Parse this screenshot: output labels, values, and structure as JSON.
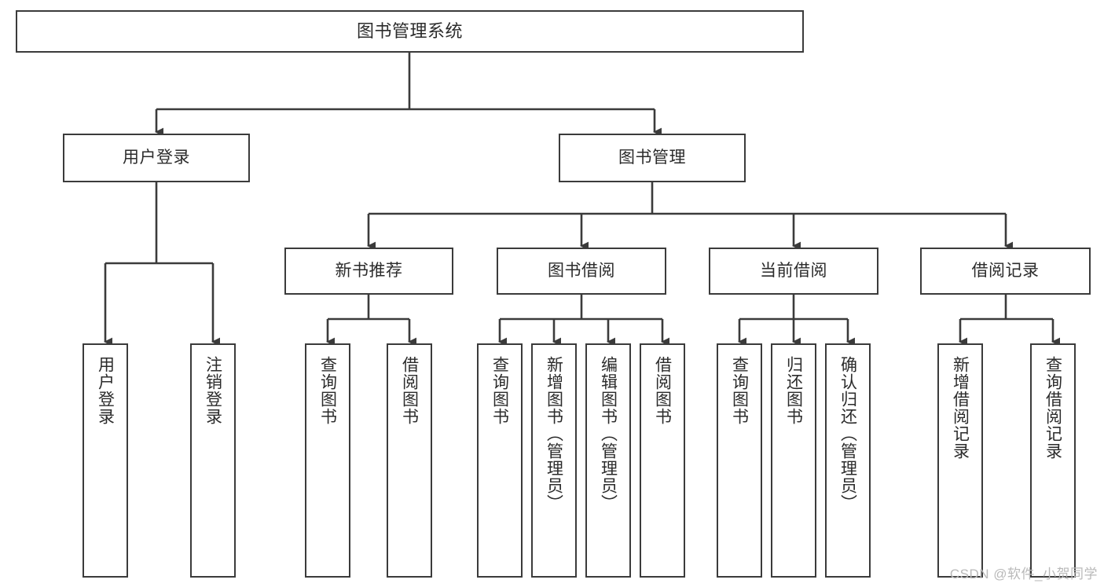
{
  "diagram": {
    "title": "图书管理系统",
    "watermark": "CSDN @软件_小贺同学",
    "style": {
      "border_color": "#3b3b3b",
      "fill_color": "#ffffff",
      "text_color": "#2b2b2b",
      "line_color": "#3b3b3b",
      "watermark_color": "#b9b9b9"
    },
    "levels": {
      "root": {
        "label": "图书管理系统"
      },
      "level2": [
        {
          "label": "用户登录"
        },
        {
          "label": "图书管理"
        }
      ],
      "level3": [
        {
          "label": "新书推荐"
        },
        {
          "label": "图书借阅"
        },
        {
          "label": "当前借阅"
        },
        {
          "label": "借阅记录"
        }
      ],
      "leaves": {
        "user_login": [
          {
            "label": "用户登录"
          },
          {
            "label": "注销登录"
          }
        ],
        "new_book_recommend": [
          {
            "label": "查询图书"
          },
          {
            "label": "借阅图书"
          }
        ],
        "book_borrow": [
          {
            "label": "查询图书"
          },
          {
            "label": "新增图书（管理员）"
          },
          {
            "label": "编辑图书（管理员）"
          },
          {
            "label": "借阅图书"
          }
        ],
        "current_borrow": [
          {
            "label": "查询图书"
          },
          {
            "label": "归还图书"
          },
          {
            "label": "确认归还（管理员）"
          }
        ],
        "borrow_record": [
          {
            "label": "新增借阅记录"
          },
          {
            "label": "查询借阅记录"
          }
        ]
      }
    }
  }
}
